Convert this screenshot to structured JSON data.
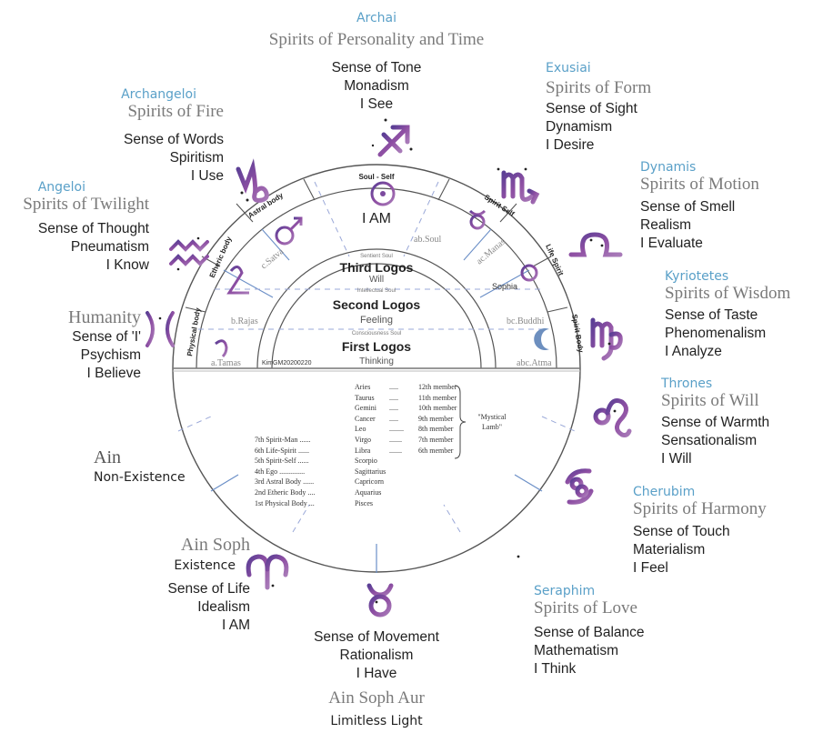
{
  "top": {
    "hierarchy": "Archai",
    "spirit": "Spirits of Personality and Time",
    "lines": [
      "Sense of Tone",
      "Monadism",
      "I See"
    ]
  },
  "exusiai": {
    "hierarchy": "Exusiai",
    "spirit": "Spirits of Form",
    "lines": [
      "Sense of Sight",
      "Dynamism",
      "I Desire"
    ]
  },
  "dynamis": {
    "hierarchy": "Dynamis",
    "spirit": "Spirits of Motion",
    "lines": [
      "Sense of Smell",
      "Realism",
      "I Evaluate"
    ]
  },
  "kyriotetes": {
    "hierarchy": "Kyriotetes",
    "spirit": "Spirits of Wisdom",
    "lines": [
      "Sense of Taste",
      "Phenomenalism",
      "I Analyze"
    ]
  },
  "thrones": {
    "hierarchy": "Thrones",
    "spirit": "Spirits of Will",
    "lines": [
      "Sense of Warmth",
      "Sensationalism",
      "I Will"
    ]
  },
  "cherubim": {
    "hierarchy": "Cherubim",
    "spirit": "Spirits of Harmony",
    "lines": [
      "Sense of Touch",
      "Materialism",
      "I Feel"
    ]
  },
  "seraphim": {
    "hierarchy": "Seraphim",
    "spirit": "Spirits of Love",
    "lines": [
      "Sense of Balance",
      "Mathematism",
      "I Think"
    ]
  },
  "bottom": {
    "lines": [
      "Sense of Movement",
      "Rationalism",
      "I Have"
    ],
    "title": "Ain Soph Aur",
    "subtitle": "Limitless Light"
  },
  "ain_soph": {
    "title": "Ain Soph",
    "subtitle": "Existence",
    "lines": [
      "Sense of Life",
      "Idealism",
      "I AM"
    ]
  },
  "ain": {
    "title": "Ain",
    "subtitle": "Non-Existence"
  },
  "humanity": {
    "title": "Humanity",
    "lines": [
      "Sense of 'I'",
      "Psychism",
      "I Believe"
    ]
  },
  "angeloi": {
    "hierarchy": "Angeloi",
    "spirit": "Spirits of Twilight",
    "lines": [
      "Sense of Thought",
      "Pneumatism",
      "I Know"
    ]
  },
  "archangeloi": {
    "hierarchy": "Archangeloi",
    "spirit": "Spirits of Fire",
    "lines": [
      "Sense of Words",
      "Spiritism",
      "I Use"
    ]
  },
  "wheel": {
    "soul_self": "Soul - Self",
    "i_am": "I AM",
    "ab_soul": "ab.Soul",
    "astral_body": "Astral body",
    "c_satva": "c.Satva",
    "etheric_body": "Etheric body",
    "b_rajas": "b.Rajas",
    "physical_body": "Physical body",
    "a_tamas": "a.Tamas",
    "spirit_self": "Spirit Self",
    "ac_manas": "ac.Manas",
    "life_spirit": "Life Spirit",
    "bc_buddhi": "bc.Buddhi",
    "spirit_body": "Spirit Body",
    "abc_atma": "abc.Atma",
    "sophia": "Sophia",
    "sentient_soul": "Sentient Soul",
    "third_logos": "Third Logos",
    "will": "Will",
    "intellectual_soul": "Intellectual Soul",
    "second_logos": "Second Logos",
    "feeling": "Feeling",
    "consciousness_soul": "Consciousness Soul",
    "first_logos": "First Logos",
    "thinking": "Thinking",
    "code": "KimGM20200220"
  },
  "table": {
    "upper": [
      {
        "sign": "Aries",
        "dots": ".....",
        "member": "12th  member"
      },
      {
        "sign": "Taurus",
        "dots": ".....",
        "member": "11th  member"
      },
      {
        "sign": "Gemini",
        "dots": ".....",
        "member": "10th  member"
      },
      {
        "sign": "Cancer",
        "dots": ".....",
        "member": "9th  member"
      },
      {
        "sign": "Leo",
        "dots": "........",
        "member": "8th  member"
      }
    ],
    "lower": [
      {
        "left": "7th Spirit-Man ......",
        "sign": "Virgo",
        "dots": ".......",
        "member": "7th  member"
      },
      {
        "left": "6th Life-Spirit ......",
        "sign": "Libra",
        "dots": ".......",
        "member": "6th  member"
      },
      {
        "left": "5th Spirit-Self ......",
        "sign": "Scorpio",
        "dots": "",
        "member": ""
      },
      {
        "left": "4th Ego ..............",
        "sign": "Sagittarius",
        "dots": "",
        "member": ""
      },
      {
        "left": "3rd Astral Body ......",
        "sign": "Capricorn",
        "dots": "",
        "member": ""
      },
      {
        "left": "2nd Etheric Body ....",
        "sign": "Aquarius",
        "dots": "",
        "member": ""
      },
      {
        "left": "1st Physical Body ...",
        "sign": "Pisces",
        "dots": "",
        "member": ""
      }
    ],
    "mystical": "\"Mystical Lamb\""
  },
  "colors": {
    "hierarchy": "#5aa0c8",
    "spirit": "#7a7a7a",
    "purple": "#7b4a9e",
    "line": "#555555",
    "dash": "#9aa8d8"
  },
  "icons": [
    "sagittarius-icon",
    "scorpio-icon",
    "libra-icon",
    "virgo-icon",
    "leo-icon",
    "cancer-icon",
    "gemini-icon",
    "taurus-icon",
    "aries-icon",
    "pisces-icon",
    "aquarius-icon",
    "capricorn-icon",
    "sun-icon",
    "mars-icon",
    "venus-icon",
    "mercury-icon",
    "jupiter-icon",
    "saturn-icon",
    "moon-icon"
  ]
}
